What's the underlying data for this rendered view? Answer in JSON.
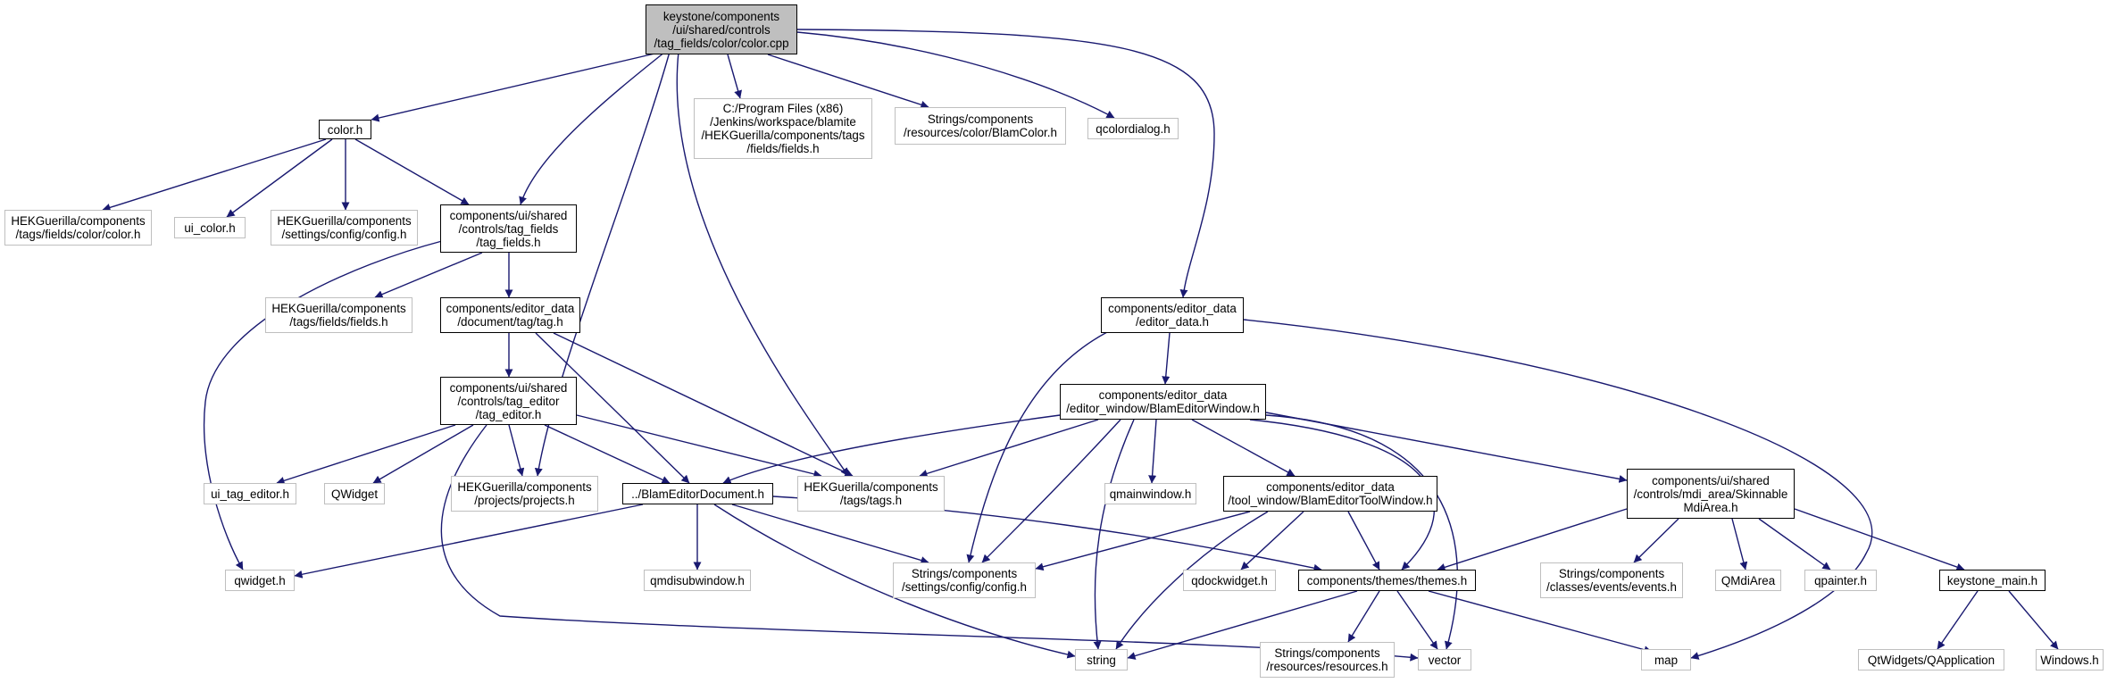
{
  "colors": {
    "edge": "#191970",
    "documented_border": "#000000",
    "external_border": "#bfbfbf",
    "root_fill": "#bfbfbf"
  },
  "nodes": {
    "root": "keystone/components\n/ui/shared/controls\n/tag_fields/color/color.cpp",
    "color_h": "color.h",
    "fields_h_ext": "C:/Program Files (x86)\n/Jenkins/workspace/blamite\n/HEKGuerilla/components/tags\n/fields/fields.h",
    "blamcolor_h": "Strings/components\n/resources/color/BlamColor.h",
    "qcolordialog_h": "qcolordialog.h",
    "hek_color_h": "HEKGuerilla/components\n/tags/fields/color/color.h",
    "ui_color_h": "ui_color.h",
    "hek_config_h": "HEKGuerilla/components\n/settings/config/config.h",
    "tag_fields_h": "components/ui/shared\n/controls/tag_fields\n/tag_fields.h",
    "hek_fields_h": "HEKGuerilla/components\n/tags/fields/fields.h",
    "tag_h": "components/editor_data\n/document/tag/tag.h",
    "editor_data_h": "components/editor_data\n/editor_data.h",
    "tag_editor_h": "components/ui/shared\n/controls/tag_editor\n/tag_editor.h",
    "blameditorwindow_h": "components/editor_data\n/editor_window/BlamEditorWindow.h",
    "ui_tag_editor_h": "ui_tag_editor.h",
    "qwidget_cls": "QWidget",
    "hek_projects_h": "HEKGuerilla/components\n/projects/projects.h",
    "blameditordocument_h": "../BlamEditorDocument.h",
    "hek_tags_h": "HEKGuerilla/components\n/tags/tags.h",
    "qmainwindow_h": "qmainwindow.h",
    "blameditortoolwindow_h": "components/editor_data\n/tool_window/BlamEditorToolWindow.h",
    "skinnablemdiarea_h": "components/ui/shared\n/controls/mdi_area/Skinnable\nMdiArea.h",
    "qwidget_h": "qwidget.h",
    "qmdisubwindow_h": "qmdisubwindow.h",
    "strings_config_h": "Strings/components\n/settings/config/config.h",
    "qdockwidget_h": "qdockwidget.h",
    "themes_h": "components/themes/themes.h",
    "events_h": "Strings/components\n/classes/events/events.h",
    "qmdiarea": "QMdiArea",
    "qpainter_h": "qpainter.h",
    "keystone_main_h": "keystone_main.h",
    "string": "string",
    "resources_h": "Strings/components\n/resources/resources.h",
    "vector": "vector",
    "map": "map",
    "qapplication": "QtWidgets/QApplication",
    "windows_h": "Windows.h"
  }
}
